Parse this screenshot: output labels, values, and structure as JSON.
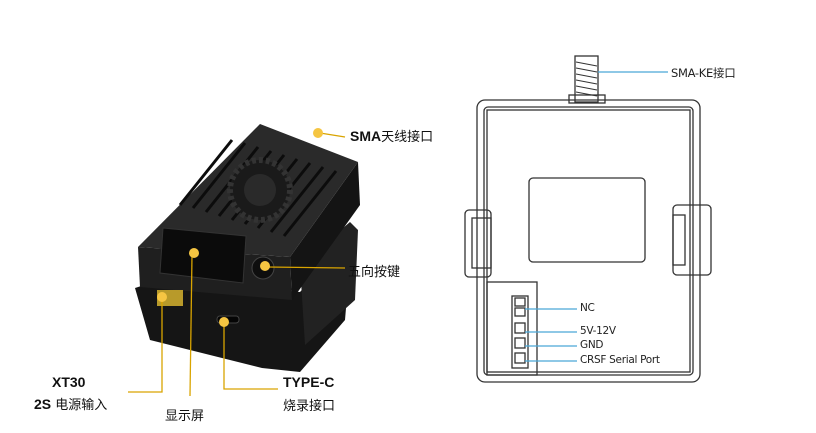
{
  "colors": {
    "callout_dot": "#f5c542",
    "callout_line_left": "#d9a400",
    "callout_line_right": "#4aa8d8",
    "device_body": "#1b1b1b",
    "outline": "#333333"
  },
  "left": {
    "sma": {
      "bold": "SMA",
      "text": "天线接口"
    },
    "button": "五向按键",
    "xt30_line1": "XT30",
    "xt30_line2_bold": "2S",
    "xt30_line2": " 电源输入",
    "display": "显示屏",
    "typec_line1": "TYPE-C",
    "typec_line2": "烧录接口"
  },
  "right": {
    "sma_ke": "SMA-KE接口",
    "pins": [
      "NC",
      "5V-12V",
      "GND",
      "CRSF Serial Port"
    ]
  }
}
